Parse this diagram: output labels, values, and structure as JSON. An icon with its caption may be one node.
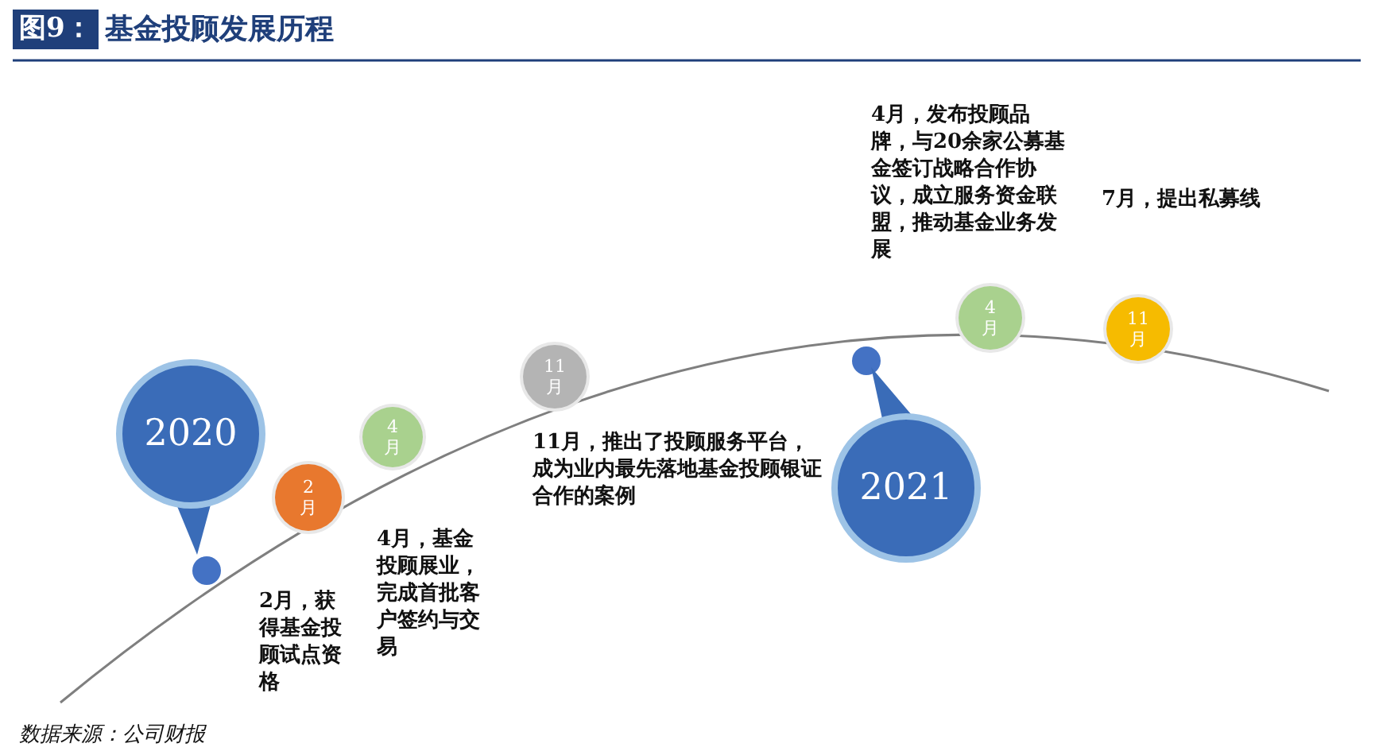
{
  "diagram": {
    "title": "基金投顾发展历程",
    "nodes": [
      {
        "text": [
          "2020"
        ]
      },
      {
        "text": [
          "2月"
        ]
      },
      {
        "text": [
          "4月"
        ]
      },
      {
        "text": [
          "11月"
        ]
      },
      {
        "text": [
          "2021"
        ]
      },
      {
        "text": [
          "4月"
        ]
      },
      {
        "text": [
          "11月"
        ]
      }
    ],
    "labels": [
      "图9：",
      "2月，获得基金投顾试点资格",
      "4月，基金投顾展业，完成首批客户签约与交易",
      "11月，推出了投顾服务平台，成为业内最先落地基金投顾银证合作的案例",
      "4月，发布投顾品牌，与20余家公募基金签订战略合作协议，成立服务资金联盟，推动基金业务发展",
      "7月，提出私募线",
      "数据来源：公司财报"
    ]
  }
}
